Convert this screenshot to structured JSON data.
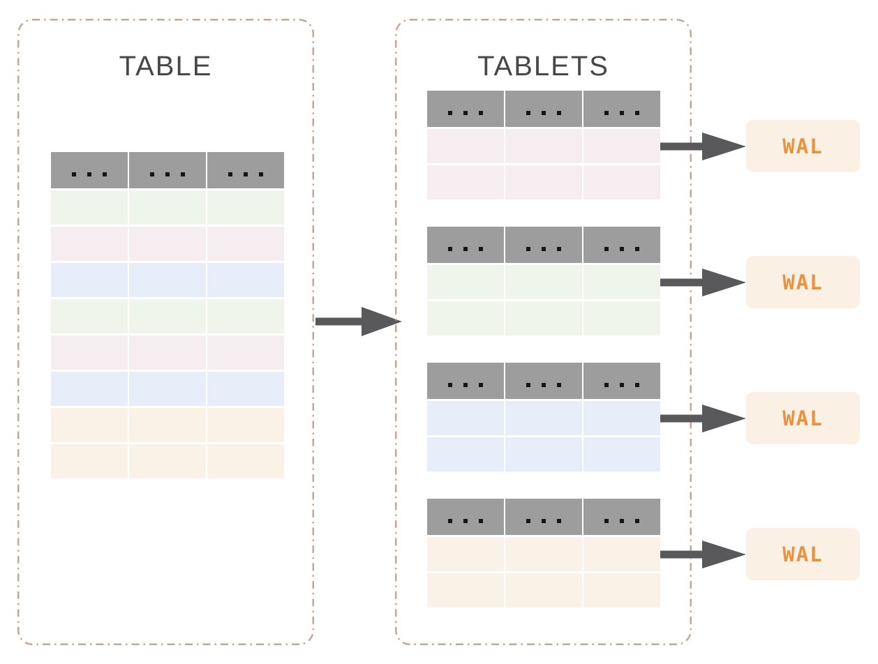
{
  "left_panel": {
    "title": "TABLE"
  },
  "right_panel": {
    "title": "TABLETS"
  },
  "table": {
    "columns": 3,
    "header_cells": [
      "ellipsis",
      "ellipsis",
      "ellipsis"
    ],
    "row_colors": [
      "green",
      "pink",
      "blue",
      "green",
      "pink",
      "blue",
      "orange",
      "orange"
    ]
  },
  "tablets": [
    {
      "color": "pink"
    },
    {
      "color": "green"
    },
    {
      "color": "blue"
    },
    {
      "color": "orange"
    }
  ],
  "rows_per_tablet": 2,
  "wal_label": "WAL",
  "colors": {
    "green": "#f0f5ec",
    "pink": "#f5edef",
    "blue": "#e8eef9",
    "orange": "#faf2e6",
    "header": "#9d9d9d",
    "arrow": "#59585a",
    "panel_border": "#c5a794",
    "wal_bg": "#faf1e4",
    "wal_text": "#e9923e",
    "title_text": "#474747"
  }
}
